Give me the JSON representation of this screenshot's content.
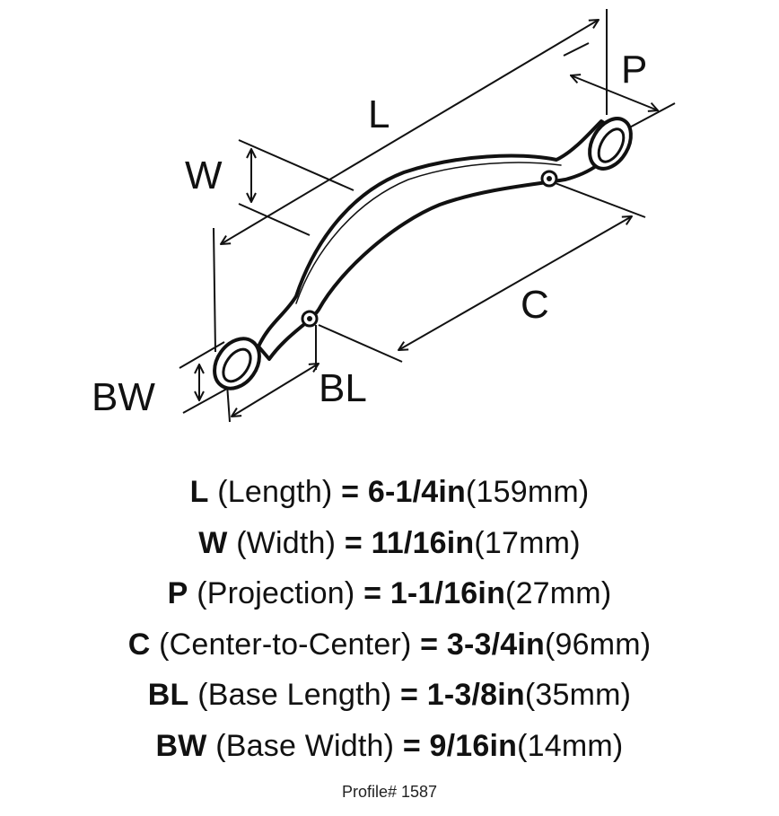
{
  "diagram": {
    "labels": {
      "L": "L",
      "W": "W",
      "P": "P",
      "C": "C",
      "BL": "BL",
      "BW": "BW"
    }
  },
  "specs": [
    {
      "code": "L",
      "name": "(Length)",
      "eq": "=",
      "inch": "6-1/4in",
      "mm": "(159mm)"
    },
    {
      "code": "W",
      "name": "(Width)",
      "eq": "=",
      "inch": "11/16in",
      "mm": "(17mm)"
    },
    {
      "code": "P",
      "name": "(Projection)",
      "eq": "=",
      "inch": "1-1/16in",
      "mm": "(27mm)"
    },
    {
      "code": "C",
      "name": "(Center-to-Center)",
      "eq": "=",
      "inch": "3-3/4in",
      "mm": "(96mm)"
    },
    {
      "code": "BL",
      "name": "(Base Length)",
      "eq": "=",
      "inch": "1-3/8in",
      "mm": "(35mm)"
    },
    {
      "code": "BW",
      "name": "(Base Width)",
      "eq": "=",
      "inch": "9/16in",
      "mm": "(14mm)"
    }
  ],
  "profile": "Profile# 1587"
}
